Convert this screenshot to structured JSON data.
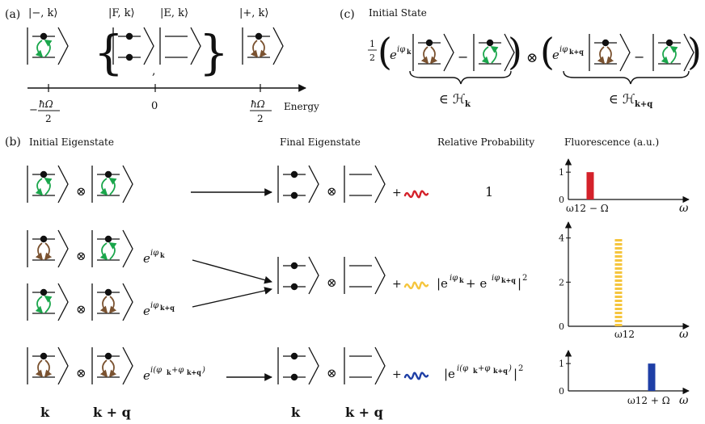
{
  "colors": {
    "green": "#1aa64b",
    "brown": "#7a5230",
    "red": "#d4212a",
    "yellow": "#f5c53d",
    "blue": "#1f3fa6",
    "ink": "#111111"
  },
  "panel_a": {
    "tag": "(a)",
    "state_minus": "|−, k⟩",
    "state_F": "|F, k⟩",
    "state_E": "|E, k⟩",
    "state_plus": "|+, k⟩",
    "tick_minus_num": "ħΩ",
    "tick_minus_prefix": "−",
    "tick_den": "2",
    "tick_zero": "0",
    "tick_plus_num": "ħΩ",
    "axis_label": "Energy",
    "comma": ","
  },
  "panel_c": {
    "tag": "(c)",
    "title": "Initial State",
    "half_num": "1",
    "half_den": "2",
    "phase1_base": "e",
    "phase1_exp": "iφ",
    "phase1_sub": "k",
    "phase2_exp": "iφ",
    "phase2_sub": "k+q",
    "minus": "−",
    "otimes": "⊗",
    "space1": "∈ ℋ",
    "space1_sub": "k",
    "space2": "∈ ℋ",
    "space2_sub": "k+q"
  },
  "panel_b": {
    "tag": "(b)",
    "headers": {
      "initial": "Initial Eigenstate",
      "final": "Final Eigenstate",
      "prob": "Relative Probability",
      "fluor": "Fluorescence (a.u.)"
    },
    "otimes": "⊗",
    "plus": "+",
    "row1_prob": "1",
    "row2_phase_exp": "iφ",
    "row2_phase_sub": "k",
    "row3_phase_exp": "iφ",
    "row3_phase_sub": "k+q",
    "prob2": "|e^{iφk} + e^{iφk+q}|²",
    "prob2_parts": {
      "bar_open": "|e",
      "exp1": "iφ",
      "sub1": "k",
      "plus": " + e",
      "exp2": "iφ",
      "sub2": "k+q",
      "close": "|",
      "pow": "2"
    },
    "row4_phase_exp": "i(φ",
    "row4_phase_sub1": "k",
    "row4_phase_mid": "+φ",
    "row4_phase_sub2": "k+q",
    "row4_phase_end": ")",
    "prob3_parts": {
      "open": "|e",
      "exp": "i(φ",
      "sub1": "k",
      "mid": "+φ",
      "sub2": "k+q",
      "end": ")",
      "close": "|",
      "pow": "2"
    },
    "bottom_k": "k",
    "bottom_kq": "k + q"
  },
  "chart_data": [
    {
      "type": "bar",
      "name": "Fluorescence row 1",
      "x_label_text": "ω12 − Ω",
      "xlabel": "ω",
      "yticks": [
        0,
        1
      ],
      "ylim": [
        0,
        1.3
      ],
      "bars": [
        {
          "x": "ω12 − Ω",
          "value": 1,
          "color": "#d4212a",
          "style": "solid"
        }
      ]
    },
    {
      "type": "bar",
      "name": "Fluorescence row 2",
      "x_label_text": "ω12",
      "xlabel": "ω",
      "yticks": [
        0,
        2,
        4
      ],
      "ylim": [
        0,
        4.5
      ],
      "bars": [
        {
          "x": "ω12",
          "value": 4,
          "color": "#f5c53d",
          "style": "dashed"
        }
      ]
    },
    {
      "type": "bar",
      "name": "Fluorescence row 3",
      "x_label_text": "ω12 + Ω",
      "xlabel": "ω",
      "yticks": [
        0,
        1
      ],
      "ylim": [
        0,
        1.3
      ],
      "bars": [
        {
          "x": "ω12 + Ω",
          "value": 1,
          "color": "#1f3fa6",
          "style": "solid"
        }
      ]
    }
  ]
}
